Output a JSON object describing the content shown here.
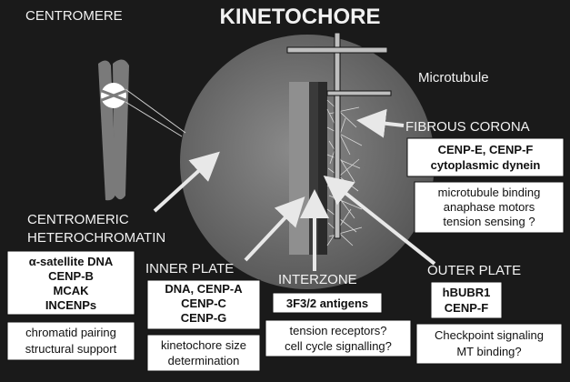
{
  "title": "KINETOCHORE",
  "labels": {
    "centromere": "CENTROMERE",
    "microtubule": "Microtubule",
    "fibrous_corona": "FIBROUS CORONA",
    "centromeric_line1": "CENTROMERIC",
    "centromeric_line2": "HETEROCHROMATIN",
    "inner_plate": "INNER PLATE",
    "interzone": "INTERZONE",
    "outer_plate": "OUTER PLATE"
  },
  "boxes": {
    "fibrous_proteins": [
      "CENP-E,  CENP-F",
      "cytoplasmic dynein"
    ],
    "fibrous_functions": [
      "microtubule binding",
      "anaphase motors",
      "tension sensing ?"
    ],
    "hetero_proteins": [
      "α-satellite DNA",
      "CENP-B",
      "MCAK",
      "INCENPs"
    ],
    "hetero_functions": [
      "chromatid pairing",
      "structural support"
    ],
    "inner_proteins": [
      "DNA,  CENP-A",
      "CENP-C",
      "CENP-G"
    ],
    "inner_functions": [
      "kinetochore size",
      "determination"
    ],
    "interzone_proteins": [
      "3F3/2 antigens"
    ],
    "interzone_functions": [
      "tension receptors?",
      "cell cycle signalling?"
    ],
    "outer_proteins": [
      "hBUBR1",
      "CENP-F"
    ],
    "outer_functions": [
      "Checkpoint signaling",
      "MT binding?"
    ]
  },
  "colors": {
    "background": "#1a1a1a",
    "circle": "#6e6e6e",
    "box_fill": "#ffffff",
    "arrow": "#e8e8e8"
  }
}
